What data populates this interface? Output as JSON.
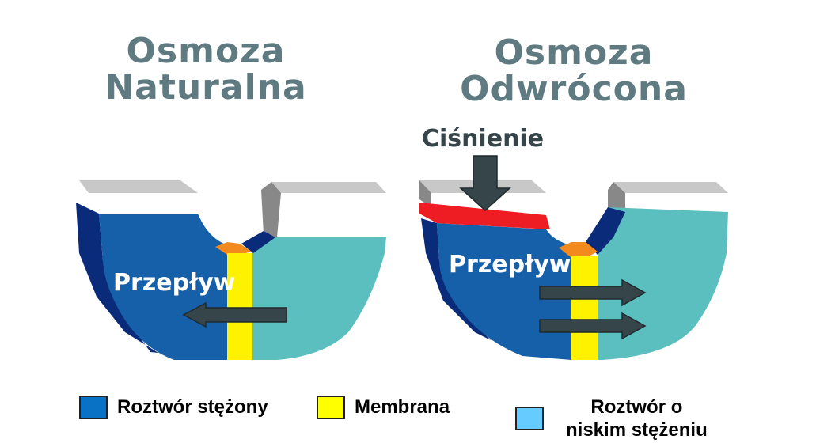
{
  "titles": {
    "natural": {
      "line1": "Osmoza",
      "line2": "Naturalna"
    },
    "reverse": {
      "line1": "Osmoza",
      "line2": "Odwrócona"
    }
  },
  "labels": {
    "pressure": "Ciśnienie",
    "flow_natural": "Przepływ",
    "flow_reverse": "Przepływ"
  },
  "legend": {
    "concentrated": "Roztwór stężony",
    "membrane": "Membrana",
    "dilute_line1": "Roztwór o",
    "dilute_line2": "niskim stężeniu"
  },
  "colors": {
    "title": "#5f7a80",
    "concentrated": "#1560a8",
    "concentrated_dark": "#0a2b7a",
    "dilute": "#5bbfc0",
    "membrane": "#fff200",
    "membrane_top": "#f28a1e",
    "piston": "#ee1c23",
    "arrow": "#36454a",
    "ledge": "#c8c8c8",
    "wall": "#888888",
    "legend_concentrated": "#0a72c4",
    "legend_membrane": "#ffff00",
    "legend_dilute": "#66ccff"
  },
  "icons": {
    "pressure_arrow": "arrow-down-icon",
    "flow_natural": "arrow-left-icon",
    "flow_reverse": "arrow-right-icon"
  }
}
